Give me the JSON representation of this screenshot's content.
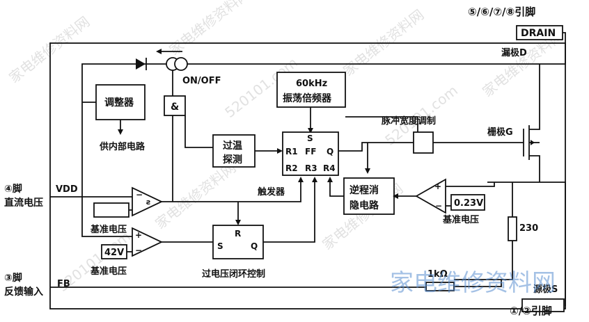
{
  "pins": {
    "drain_pins": "⑤/⑥/⑦/⑧引脚",
    "drain_box": "DRAIN",
    "drain_label": "漏极D",
    "vdd_pin": "④脚",
    "vdd_desc": "直流电压",
    "vdd_label": "VDD",
    "fb_pin": "③脚",
    "fb_desc": "反馈输入",
    "fb_label": "FB",
    "source_label": "源极S",
    "source_pins": "①/②引脚",
    "gate_label": "栅极G"
  },
  "blocks": {
    "regulator": "调整器",
    "internal_supply": "供内部电路",
    "and_gate": "&",
    "on_off": "ON/OFF",
    "osc_line1": "60kHz",
    "osc_line2": "振荡倍频器",
    "pwm": "脉冲宽度调制",
    "otp_line1": "过温",
    "otp_line2": "探测",
    "ff_s": "S",
    "ff_r1": "R1",
    "ff_ff": "FF",
    "ff_q": "Q",
    "ff_r2": "R2",
    "ff_r3": "R3",
    "ff_r4": "R4",
    "trigger": "触发器",
    "leb_line1": "逆程消",
    "leb_line2": "隐电路",
    "ref_023": "0.23V",
    "ref_label_right": "基准电压",
    "ref_label_left1": "基准电压",
    "ref_42v": "42V",
    "ref_label_left2": "基准电压",
    "latch_s": "S",
    "latch_r": "R",
    "latch_q": "Q",
    "ovp": "过电压闭环控制",
    "res_230": "230",
    "res_1k": "1kΩ"
  },
  "watermark": {
    "site": "家电维修资料网",
    "url": "520101.com",
    "brand": "家电维修资料网"
  }
}
